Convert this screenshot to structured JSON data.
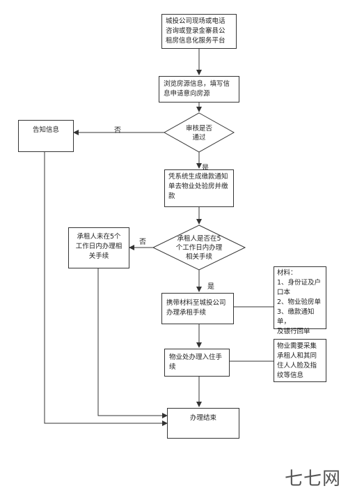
{
  "flow": {
    "start_box": {
      "lines": [
        "城投公司现场或电话",
        "咨询或登录金寨县公",
        "租房信息化服务平台"
      ]
    },
    "browse_box": {
      "lines": [
        "浏览房源信息，填写信",
        "息申请意向房源"
      ]
    },
    "review_decision": {
      "lines": [
        "审核是否",
        "通过"
      ],
      "no_label": "否",
      "yes_label": "是"
    },
    "notify_box": {
      "text": "告知信息"
    },
    "payment_box": {
      "lines": [
        "凭系统生成缴款通知",
        "单去物业处验房并缴",
        "款"
      ]
    },
    "deadline_decision": {
      "lines": [
        "承租人是否在5",
        "个工作日内办理",
        "相关手续"
      ],
      "no_label": "否",
      "yes_label": "是"
    },
    "not_done_box": {
      "lines": [
        "承租人未在5个",
        "工作日内办理相",
        "关手续"
      ]
    },
    "contract_box": {
      "lines": [
        "携带材料至城投公司",
        "办理承租手续"
      ]
    },
    "materials_note": {
      "lines": [
        "材料：",
        "1、身份证及户",
        "口本",
        "2、物业验房单",
        "3、缴款通知单，",
        "及银行回单"
      ]
    },
    "movein_box": {
      "lines": [
        "物业处办理入住手",
        "续"
      ]
    },
    "property_note": {
      "lines": [
        "物业需要采集",
        "承租人和其同",
        "住人人脸及指",
        "纹等信息"
      ]
    },
    "end_box": {
      "text": "办理结束"
    }
  },
  "watermark": "七七网"
}
